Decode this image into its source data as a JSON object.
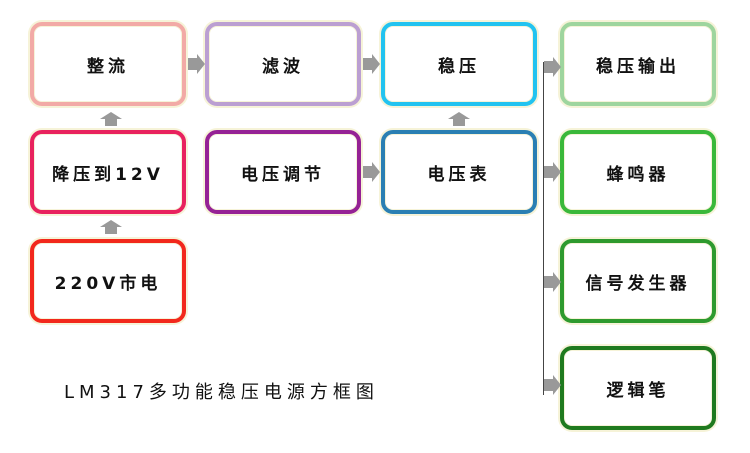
{
  "title": "LM317多功能稳压电源方框图",
  "blocks": {
    "rectify": {
      "label": "整流",
      "color": "#f2aaa6"
    },
    "filter": {
      "label": "滤波",
      "color": "#bb9fd2"
    },
    "regulate": {
      "label": "稳压",
      "color": "#22c3f0"
    },
    "output": {
      "label": "稳压输出",
      "color": "#9ed59e"
    },
    "stepdown": {
      "label": "降压到12V",
      "color": "#e8225e"
    },
    "adjust": {
      "label": "电压调节",
      "color": "#952295"
    },
    "voltmeter": {
      "label": "电压表",
      "color": "#2a7fb3"
    },
    "buzzer": {
      "label": "蜂鸣器",
      "color": "#3ab83a"
    },
    "mains": {
      "label": "220V市电",
      "color": "#f2281c"
    },
    "siggen": {
      "label": "信号发生器",
      "color": "#2e9a2e"
    },
    "logicpen": {
      "label": "逻辑笔",
      "color": "#1f7a1f"
    }
  }
}
